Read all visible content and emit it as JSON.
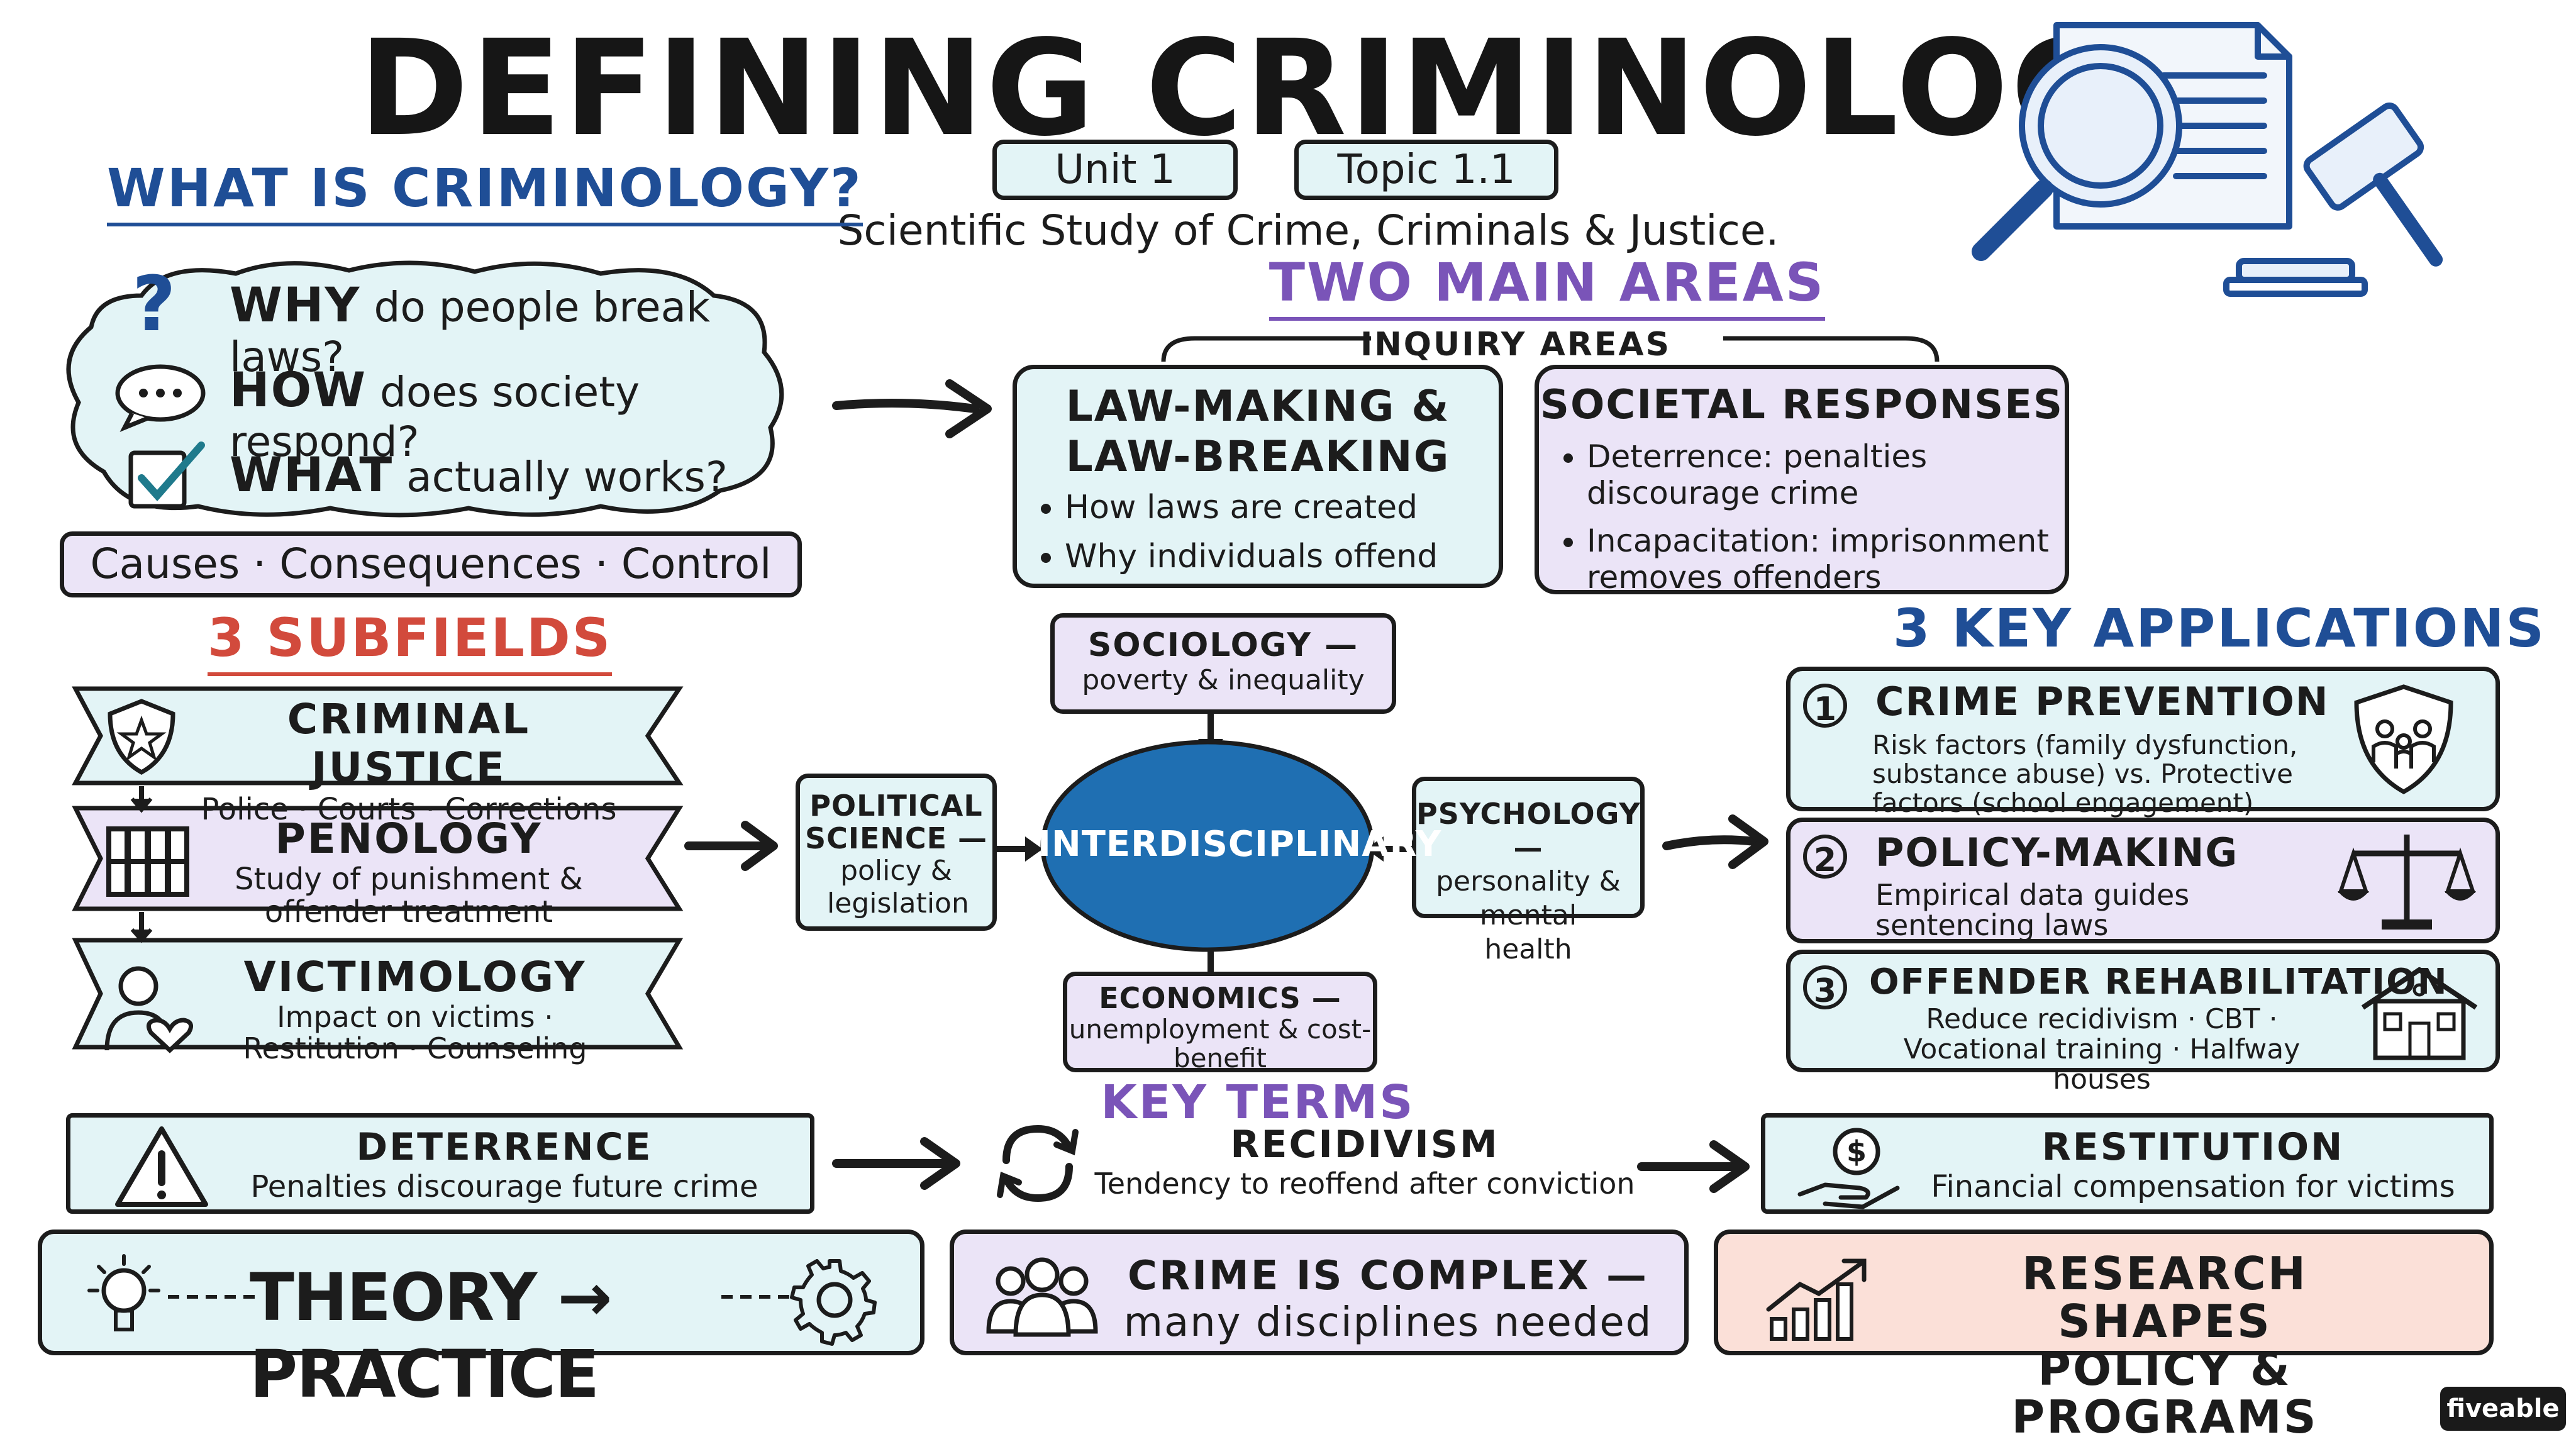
{
  "title": "DEFINING CRIMINOLOGY",
  "unit": "Unit 1",
  "topic": "Topic 1.1",
  "subtitle": "Scientific Study of Crime, Criminals & Justice.",
  "what_is": {
    "heading": "WHAT IS CRIMINOLOGY?",
    "questions": [
      {
        "key": "WHY",
        "rest": "do people break laws?"
      },
      {
        "key": "HOW",
        "rest": "does society respond?"
      },
      {
        "key": "WHAT",
        "rest": "actually works?"
      }
    ],
    "pill": {
      "items": [
        "Causes",
        "Consequences",
        "Control"
      ],
      "sep": "·"
    }
  },
  "two_main_areas": {
    "heading": "TWO MAIN AREAS",
    "bracket_label": "INQUIRY AREAS",
    "law": {
      "title_line1": "LAW-MAKING &",
      "title_line2": "LAW-BREAKING",
      "bullets": [
        "How laws are created",
        "Why individuals offend"
      ]
    },
    "societal": {
      "title": "SOCIETAL RESPONSES",
      "bullets": [
        "Deterrence: penalties discourage crime",
        "Incapacitation: imprisonment removes offenders"
      ]
    }
  },
  "subfields": {
    "heading": "3 SUBFIELDS",
    "items": [
      {
        "title": "CRIMINAL JUSTICE",
        "desc": "Police · Courts · Corrections"
      },
      {
        "title": "PENOLOGY",
        "desc": "Study of punishment & offender treatment"
      },
      {
        "title": "VICTIMOLOGY",
        "desc": "Impact on victims · Restitution · Counseling"
      }
    ]
  },
  "interdisciplinary": {
    "center": "INTERDISCIPLINARY",
    "sociology": {
      "title": "SOCIOLOGY —",
      "desc": "poverty & inequality"
    },
    "political": {
      "title_line1": "POLITICAL",
      "title_line2": "SCIENCE —",
      "desc": "policy & legislation"
    },
    "psychology": {
      "title": "PSYCHOLOGY —",
      "desc": "personality & mental health"
    },
    "economics": {
      "title": "ECONOMICS —",
      "desc": "unemployment & cost-benefit"
    }
  },
  "applications": {
    "heading": "3 KEY APPLICATIONS",
    "items": [
      {
        "num": "1",
        "title": "CRIME PREVENTION",
        "desc": "Risk factors (family dysfunction, substance abuse) vs. Protective factors (school engagement)"
      },
      {
        "num": "2",
        "title": "POLICY-MAKING",
        "desc": "Empirical data guides sentencing laws"
      },
      {
        "num": "3",
        "title": "OFFENDER REHABILITATION",
        "desc_line1": "Reduce recidivism · CBT ·",
        "desc_line2": "Vocational training · Halfway houses"
      }
    ]
  },
  "key_terms": {
    "heading": "KEY TERMS",
    "items": [
      {
        "title": "DETERRENCE",
        "desc": "Penalties discourage future crime"
      },
      {
        "title": "RECIDIVISM",
        "desc": "Tendency to reoffend after conviction"
      },
      {
        "title": "RESTITUTION",
        "desc": "Financial compensation for victims"
      }
    ]
  },
  "bottom": {
    "theory": "THEORY",
    "practice": "PRACTICE",
    "arrow": "→",
    "complex_line1": "CRIME IS COMPLEX —",
    "complex_line2": "many disciplines needed",
    "research_line1": "RESEARCH SHAPES",
    "research_line2": "POLICY & PROGRAMS"
  },
  "brand": "fiveable",
  "colors": {
    "cyan": "#e3f4f6",
    "lavender": "#ebe4f7",
    "peach": "#fbe0d8",
    "blue": "#1f4e96",
    "purple": "#7a54b8",
    "red": "#d24a3c",
    "ellipse": "#1f6fb2"
  }
}
